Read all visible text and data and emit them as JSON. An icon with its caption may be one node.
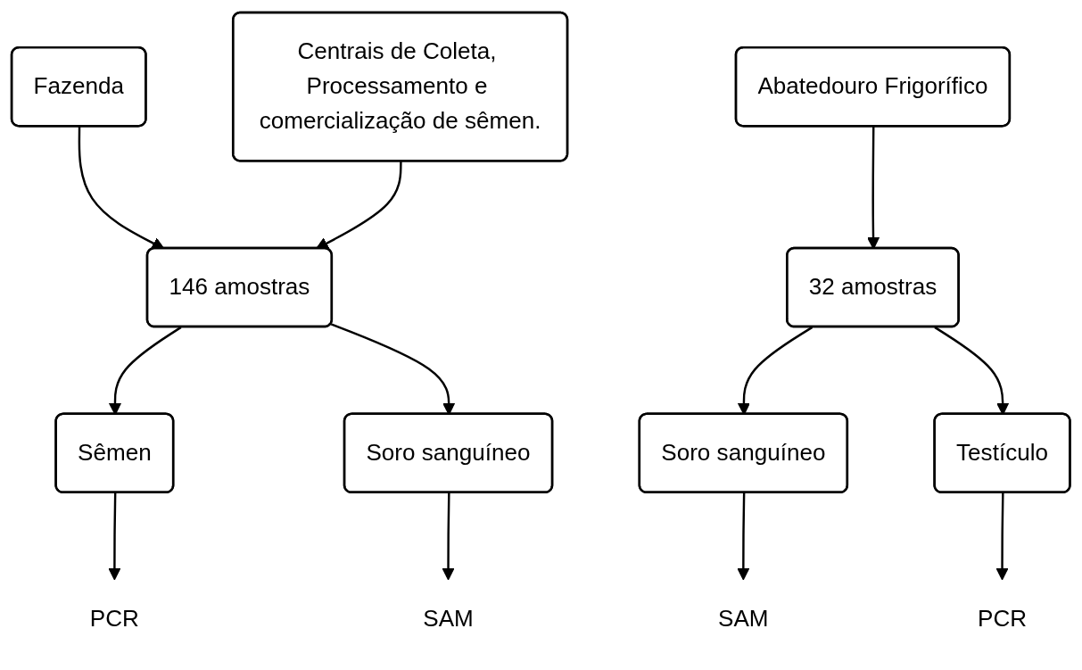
{
  "diagram": {
    "nodes": [
      {
        "text": [
          "Fazenda"
        ]
      },
      {
        "text": [
          "Centrais de Coleta, Processamento e comercialização de sêmen."
        ]
      },
      {
        "text": [
          "Abatedouro Frigorífico"
        ]
      },
      {
        "text": [
          "146 amostras"
        ]
      },
      {
        "text": [
          "32 amostras"
        ]
      },
      {
        "text": [
          "Sêmen"
        ]
      },
      {
        "text": [
          "Soro sanguíneo"
        ]
      },
      {
        "text": [
          "Soro sanguíneo"
        ]
      },
      {
        "text": [
          "Testículo"
        ]
      },
      {
        "text": [
          "PCR"
        ]
      },
      {
        "text": [
          "SAM"
        ]
      },
      {
        "text": [
          "SAM"
        ]
      },
      {
        "text": [
          "PCR"
        ]
      }
    ],
    "edges": [
      {
        "from": 0,
        "to": 3,
        "arrow": "to"
      },
      {
        "from": 1,
        "to": 3,
        "arrow": "to"
      },
      {
        "from": 2,
        "to": 4,
        "arrow": "to"
      },
      {
        "from": 3,
        "to": 5,
        "arrow": "to"
      },
      {
        "from": 3,
        "to": 6,
        "arrow": "to"
      },
      {
        "from": 4,
        "to": 7,
        "arrow": "to"
      },
      {
        "from": 4,
        "to": 8,
        "arrow": "to"
      },
      {
        "from": 5,
        "to": 9,
        "arrow": "to"
      },
      {
        "from": 6,
        "to": 10,
        "arrow": "to"
      },
      {
        "from": 7,
        "to": 11,
        "arrow": "to"
      },
      {
        "from": 8,
        "to": 12,
        "arrow": "to"
      }
    ]
  }
}
